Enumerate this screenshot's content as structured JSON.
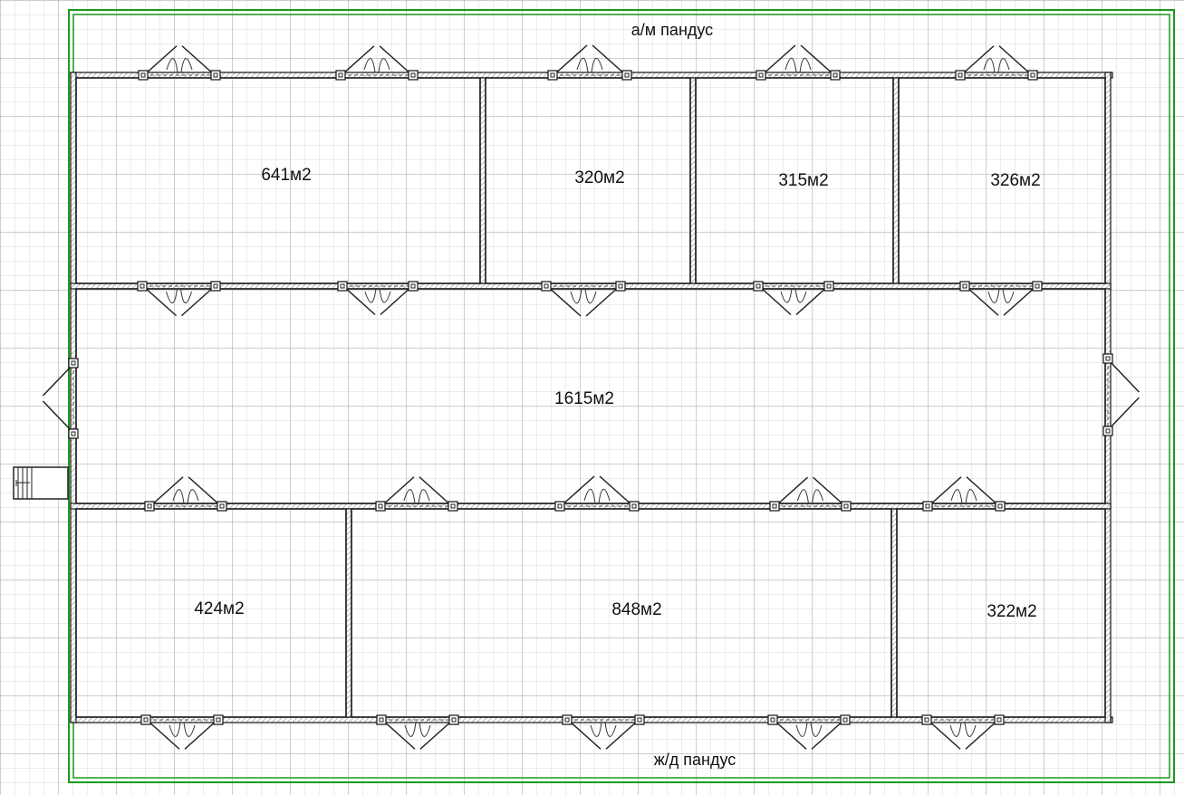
{
  "ramps": {
    "top": "а/м пандус",
    "bottom": "ж/д пандус"
  },
  "rooms": {
    "r1": "641м2",
    "r2": "320м2",
    "r3": "315м2",
    "r4": "326м2",
    "corridor": "1615м2",
    "r5": "424м2",
    "r6": "848м2",
    "r7": "322м2"
  },
  "colors": {
    "outline": "#1a9a1a",
    "wall": "#222222",
    "hatch": "#888888"
  }
}
